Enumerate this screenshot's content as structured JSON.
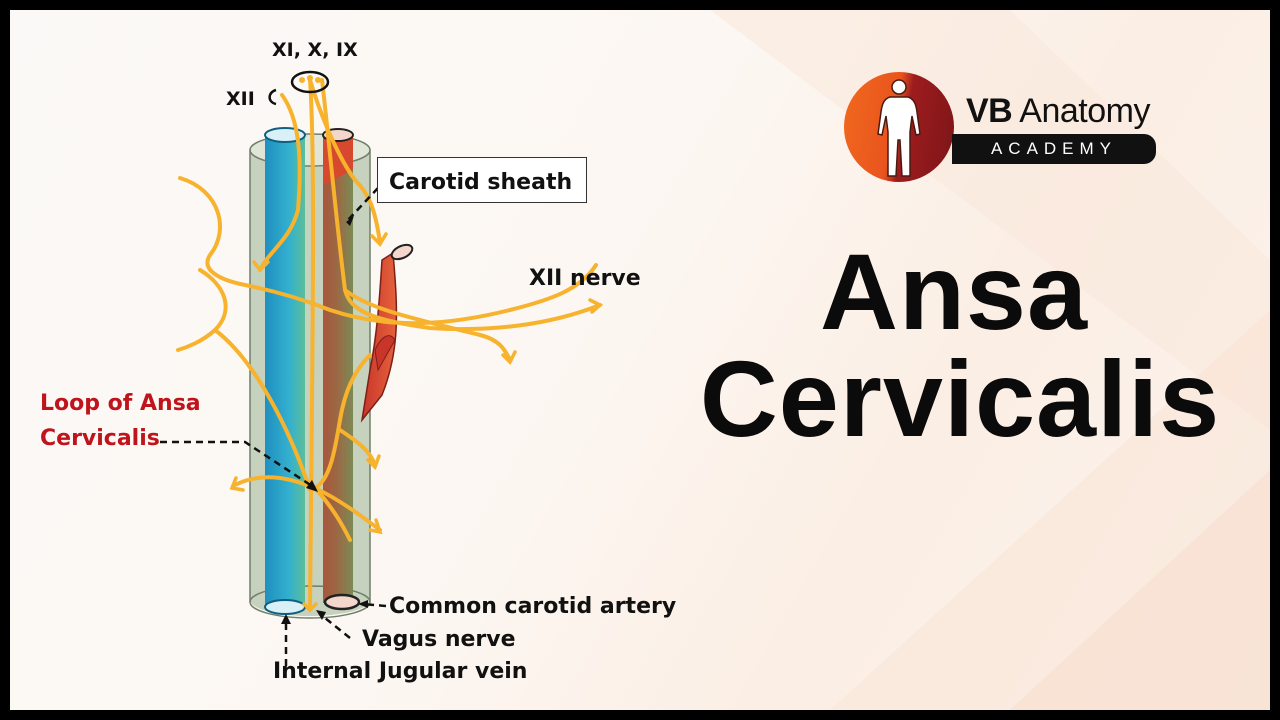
{
  "diagram": {
    "labels": {
      "top_nerves": "XI, X, IX",
      "hypoglossal_top": "XII",
      "carotid_sheath": "Carotid sheath",
      "xii_nerve": "XII nerve",
      "loop_line1": "Loop of Ansa",
      "loop_line2": "Cervicalis",
      "common_carotid": "Common carotid artery",
      "vagus": "Vagus nerve",
      "ijv": "Internal Jugular vein"
    },
    "colors": {
      "nerve": "#f7b22e",
      "vein": "#2a9fc9",
      "artery": "#d6492f",
      "sheath": "#b8c7b0",
      "label_red": "#c0141c"
    }
  },
  "logo": {
    "brand_bold": "VB",
    "brand_rest": " Anatomy",
    "subtitle": "ACADEMY",
    "icon": "human-figure-icon"
  },
  "title": {
    "line1": "Ansa",
    "line2": "Cervicalis"
  }
}
